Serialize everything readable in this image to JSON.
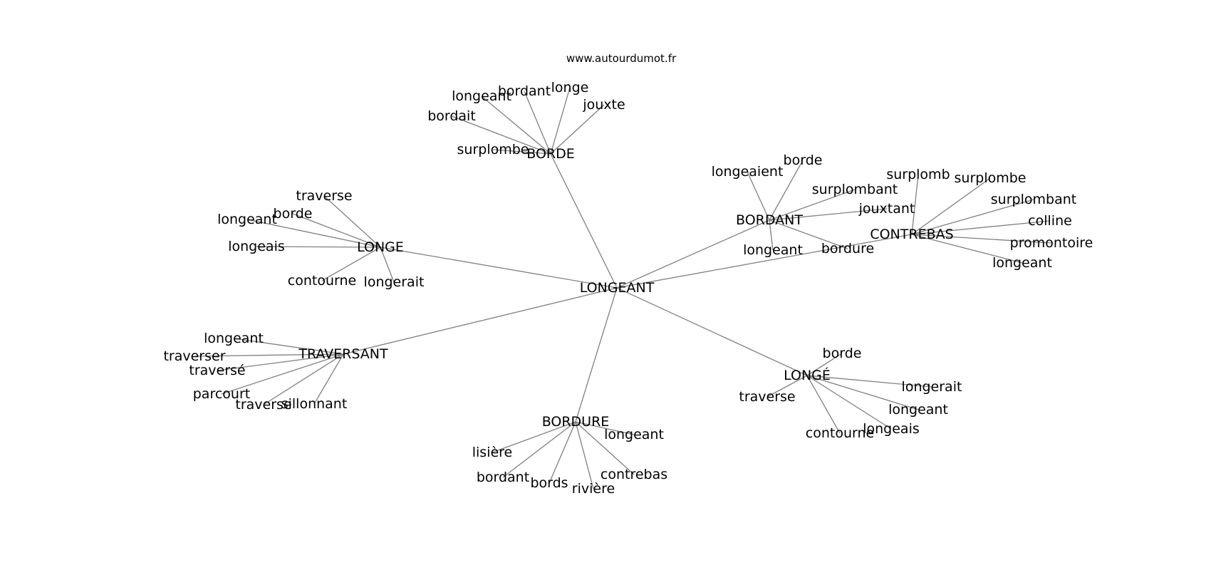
{
  "watermark": "www.autourdumot.fr",
  "graph": {
    "center": "LONGEANT",
    "clusters": [
      {
        "name": "BORDE",
        "neighbors": [
          "surplombe",
          "bordait",
          "longeant",
          "bordant",
          "longe",
          "jouxte"
        ]
      },
      {
        "name": "LONGE",
        "neighbors": [
          "traverse",
          "borde",
          "longeant",
          "longeais",
          "contourne",
          "longerait"
        ]
      },
      {
        "name": "BORDANT",
        "neighbors": [
          "longeaient",
          "borde",
          "surplombant",
          "jouxtant",
          "longeant",
          "bordure"
        ]
      },
      {
        "name": "CONTREBAS",
        "neighbors": [
          "surplomb",
          "surplombe",
          "surplombant",
          "colline",
          "promontoire",
          "longeant"
        ]
      },
      {
        "name": "TRAVERSANT",
        "neighbors": [
          "longeant",
          "traverser",
          "traversé",
          "parcourt",
          "traverse",
          "sillonnant"
        ]
      },
      {
        "name": "LONGÉ",
        "neighbors": [
          "borde",
          "traverse",
          "longerait",
          "longeant",
          "contourne",
          "longeais"
        ]
      },
      {
        "name": "BORDURE",
        "neighbors": [
          "lisière",
          "bordant",
          "bords",
          "rivière",
          "contrebas",
          "longeant"
        ]
      }
    ]
  }
}
